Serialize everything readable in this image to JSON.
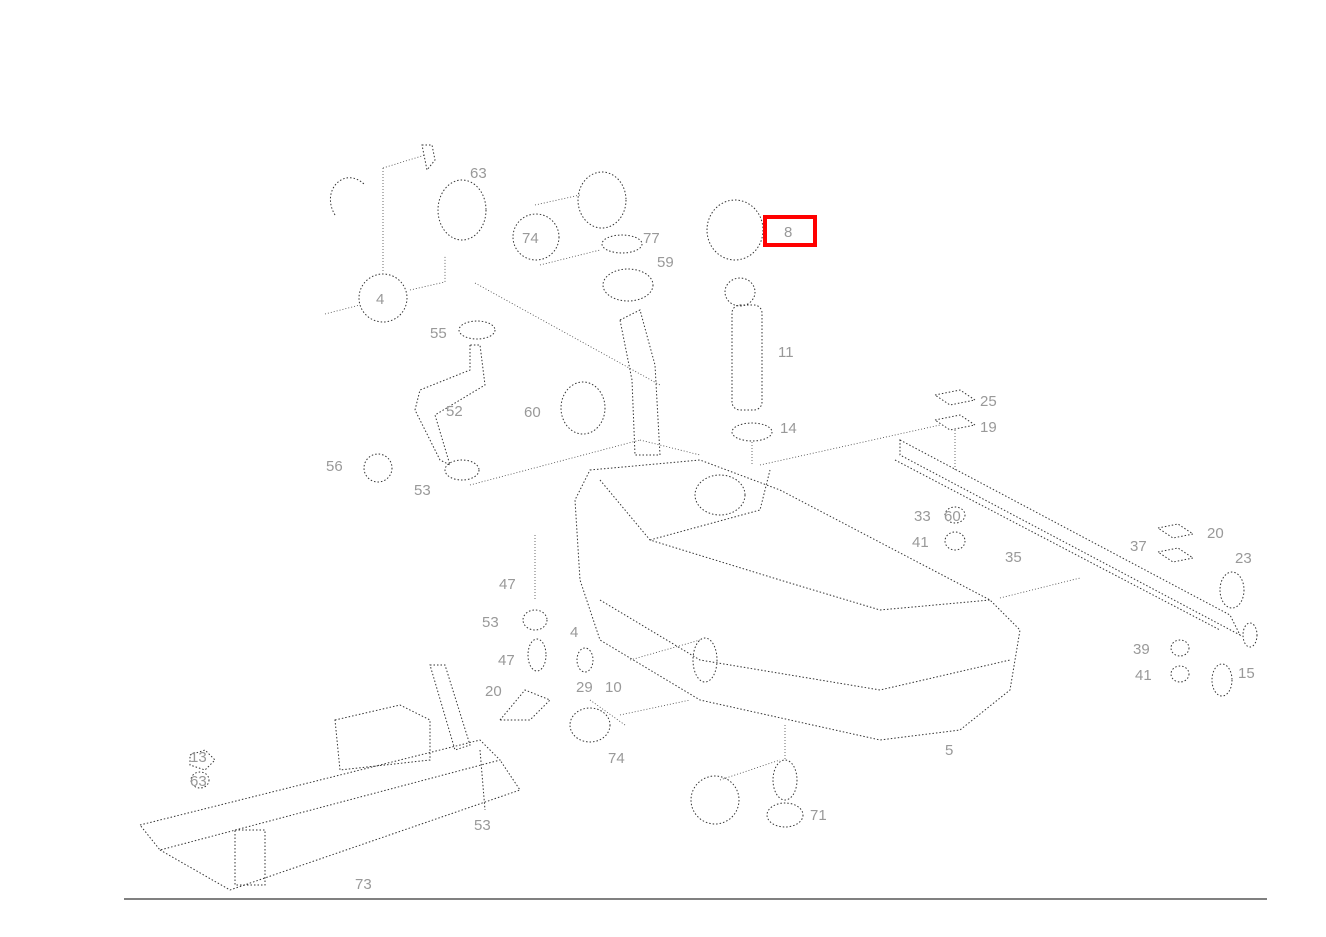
{
  "diagram": {
    "highlight_color": "#ff0000",
    "highlighted_label": "8",
    "labels": [
      "63",
      "74",
      "77",
      "59",
      "8",
      "11",
      "4",
      "55",
      "52",
      "60",
      "56",
      "53",
      "14",
      "25",
      "19",
      "33",
      "60",
      "41",
      "35",
      "37",
      "20",
      "23",
      "39",
      "41",
      "15",
      "47",
      "53",
      "4",
      "47",
      "20",
      "29",
      "10",
      "74",
      "5",
      "71",
      "63",
      "53",
      "73",
      "13"
    ]
  }
}
